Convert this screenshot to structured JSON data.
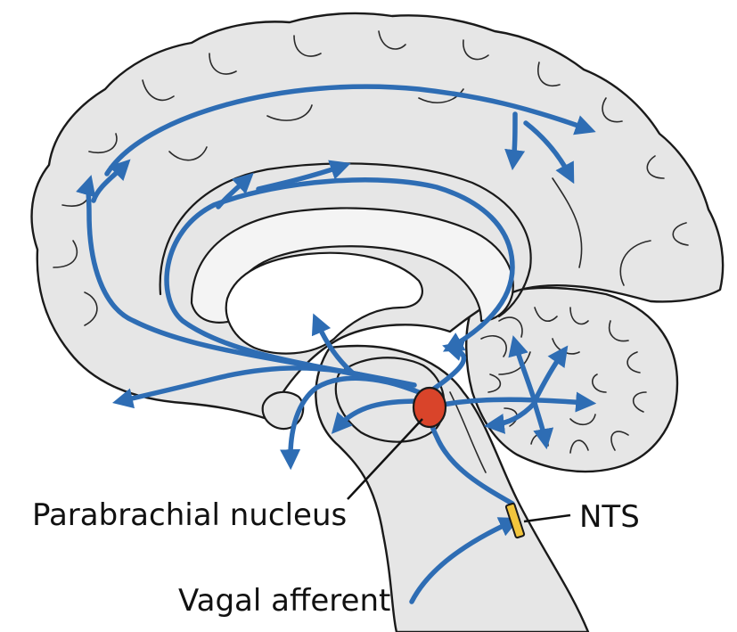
{
  "labels": {
    "parabrachial": "Parabrachial nucleus",
    "nts": "NTS",
    "vagal": "Vagal afferent"
  },
  "colors": {
    "pathway": "#2e6db4",
    "parabrachial_nucleus": "#d9442a",
    "nts": "#f2c53d",
    "brain_fill": "#e6e6e6"
  }
}
